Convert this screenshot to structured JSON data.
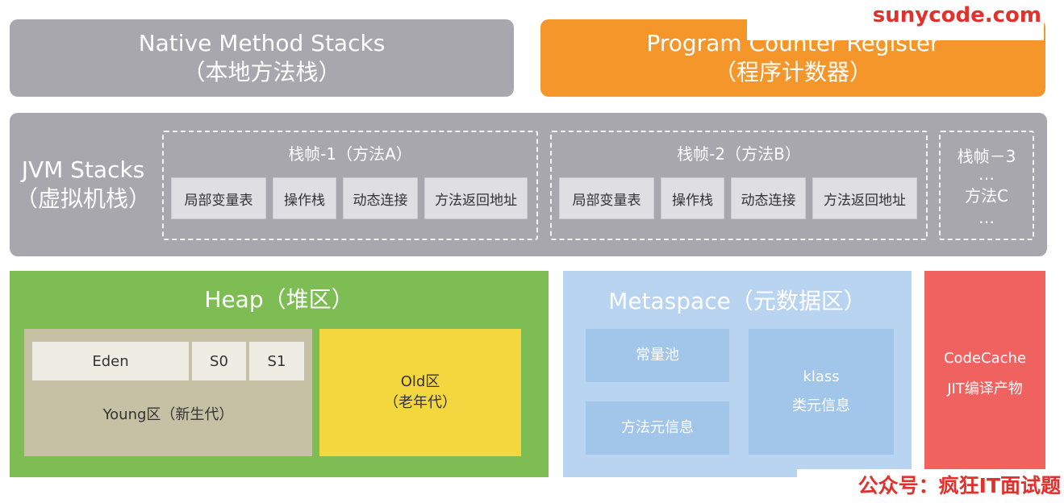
{
  "native_method_stacks": {
    "title": "Native Method Stacks",
    "subtitle": "（本地方法栈）"
  },
  "program_counter": {
    "title": "Program Counter Register",
    "subtitle": "（程序计数器）"
  },
  "jvm_stacks": {
    "title": "JVM Stacks",
    "subtitle": "（虚拟机栈）",
    "frames": [
      {
        "title": "栈帧-1（方法A）",
        "items": [
          "局部变量表",
          "操作栈",
          "动态连接",
          "方法返回地址"
        ]
      },
      {
        "title": "栈帧-2（方法B）",
        "items": [
          "局部变量表",
          "操作栈",
          "动态连接",
          "方法返回地址"
        ]
      },
      {
        "title": "栈帧－3",
        "dots1": "…",
        "method": "方法C",
        "dots2": "…"
      }
    ]
  },
  "heap": {
    "title": "Heap（堆区）",
    "eden": "Eden",
    "s0": "S0",
    "s1": "S1",
    "young": "Young区（新生代）",
    "old_line1": "Old区",
    "old_line2": "（老年代）"
  },
  "metaspace": {
    "title": "Metaspace（元数据区）",
    "constant_pool": "常量池",
    "method_meta": "方法元信息",
    "klass": "klass",
    "class_meta": "类元信息"
  },
  "code_cache": {
    "title": "CodeCache",
    "subtitle": "JIT编译产物"
  },
  "watermarks": {
    "top": "sunycode.com",
    "bottom": "公众号：疯狂IT面试题"
  },
  "colors": {
    "gray_panel": "#a7a7ad",
    "orange_panel": "#f5962a",
    "green_panel": "#7dbd54",
    "blue_panel": "#b8d4f1",
    "red_panel": "#ef6260",
    "old_gen": "#f4d63f",
    "watermark": "#e0312d"
  }
}
